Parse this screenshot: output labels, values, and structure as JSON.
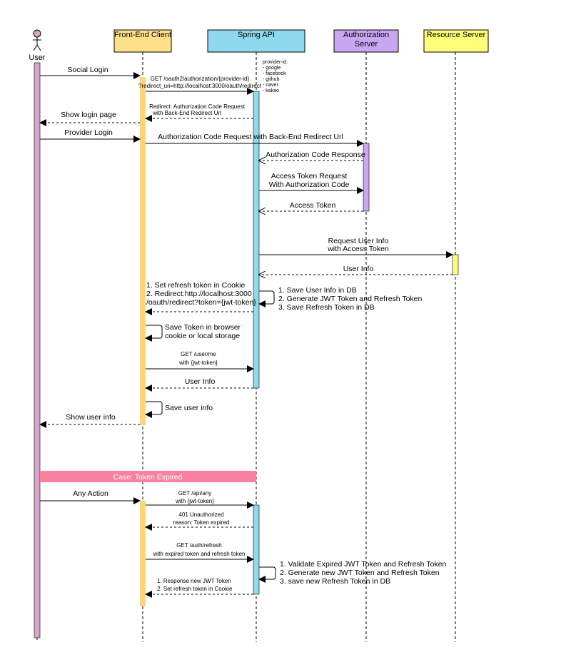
{
  "participants": {
    "user": {
      "label": "User",
      "color": "#D5A6C6"
    },
    "frontend": {
      "label": "Front-End Client",
      "color": "#FFE08A"
    },
    "api": {
      "label": "Spring API",
      "color": "#8FD9EE"
    },
    "auth": {
      "label_line1": "Authorization",
      "label_line2": "Server",
      "color": "#C9A6F2"
    },
    "resource": {
      "label": "Resource Server",
      "color": "#FFFF7A"
    }
  },
  "notes": {
    "providers": [
      "provider-id:",
      "- google",
      "- facebook",
      "- github",
      "- naver",
      "- kakao"
    ]
  },
  "messages": {
    "social_login": "Social Login",
    "get_oauth_l1": "GET /oauth2/authorization/{provider-id}",
    "get_oauth_l2": "?redirect_uri=http://localhost:3000/oauth/redirect",
    "redirect_l1": "Redirect: Authorization Code Request",
    "redirect_l2": "with Back-End Redirect Url",
    "show_login": "Show login page",
    "provider_login": "Provider Login",
    "auth_code_request": "Authorization Code Request with Back-End Redirect Url",
    "auth_code_response": "Authorization Code Response",
    "access_token_req_l1": "Access Token Request",
    "access_token_req_l2": "With Authorization Code",
    "access_token": "Access Token",
    "request_user_info_l1": "Request User Info",
    "request_user_info_l2": "with Access Token",
    "user_info_rs": "User Info",
    "api_self_l1": "1. Save User Info in DB",
    "api_self_l2": "2. Generate JWT Token and Refresh Token",
    "api_self_l3": "3. Save Refresh Token in DB",
    "set_cookie_l1": "1. Set refresh token in Cookie",
    "set_cookie_l2": "2. Redirect:http://localhost:3000",
    "set_cookie_l3": "/oauth/redirect?token={jwt-token}",
    "save_token_l1": "Save Token in browser",
    "save_token_l2": "cookie or local storage",
    "get_user_me_l1": "GET /user/me",
    "get_user_me_l2": "with {jwt-token}",
    "user_info_api": "User Info",
    "save_user_info": "Save user info",
    "show_user_info": "Show user info",
    "case_token_expired": "Case: Token Expired",
    "any_action": "Any Action",
    "get_api_any_l1": "GET /api/any",
    "get_api_any_l2": "with {jwt-token}",
    "unauth_l1": "401 Unauthorized",
    "unauth_l2": "reason: Token expired",
    "get_refresh_l1": "GET /auth/refresh",
    "get_refresh_l2": "with expired token and refresh token",
    "validate_l1": "1. Validate Expired JWT Token and Refresh Token",
    "validate_l2": "2. Generate new JWT Token and Refresh Token",
    "validate_l3": "3. save new Refresh Token in DB",
    "response_l1": "1. Response new JWT Token",
    "response_l2": "2. Set refresh token in Cookie"
  },
  "colors": {
    "case_banner": "#F7819F",
    "case_text": "#FFFFFF"
  }
}
